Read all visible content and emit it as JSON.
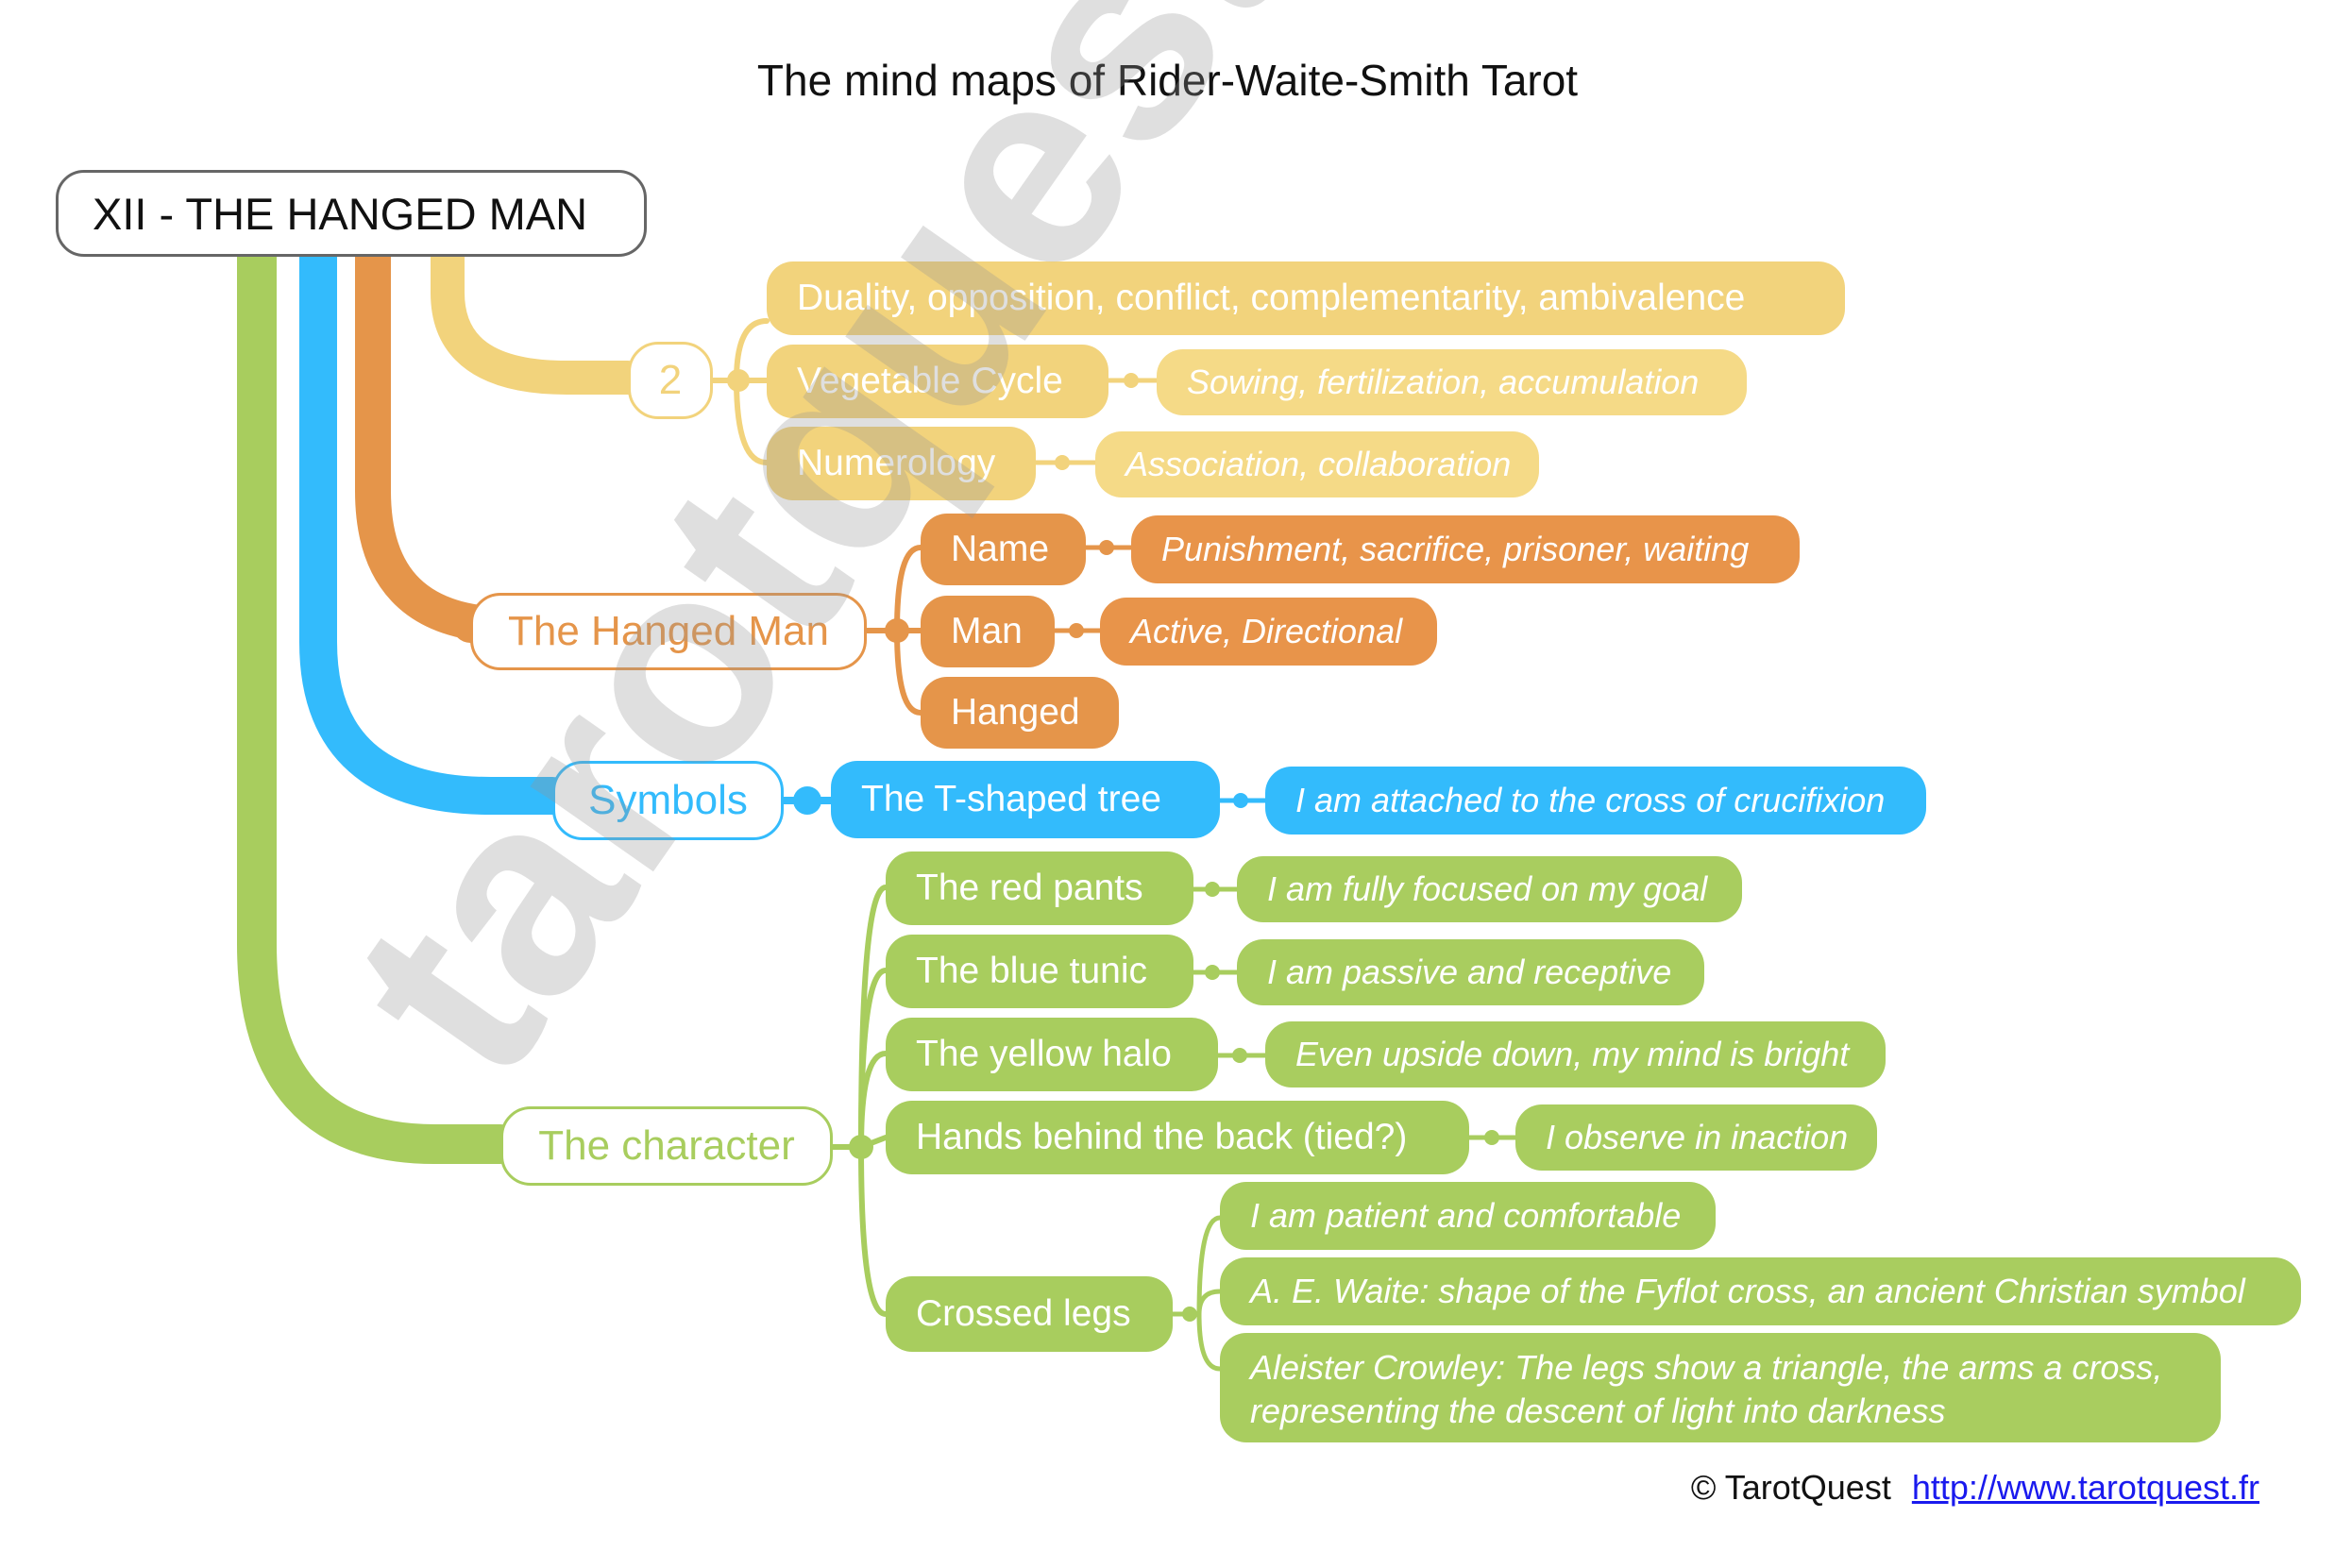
{
  "title": "The mind maps of Rider-Waite-Smith Tarot",
  "central": "XII - THE HANGED MAN",
  "colors": {
    "yellow": "#f2d37c",
    "orange": "#e5954a",
    "blue": "#33bbfc",
    "green": "#a8cd5e"
  },
  "number_branch": {
    "label": "2",
    "topics": {
      "duality": "Duality, opposition, conflict, complementarity, ambivalence",
      "vegetable": "Vegetable Cycle",
      "vegetable_note": "Sowing, fertilization, accumulation",
      "numerology": "Numerology",
      "numerology_note": "Association, collaboration"
    }
  },
  "name_branch": {
    "label": "The Hanged Man",
    "topics": {
      "name": "Name",
      "name_note": "Punishment, sacrifice, prisoner, waiting",
      "man": "Man",
      "man_note": "Active, Directional",
      "hanged": "Hanged"
    }
  },
  "symbols_branch": {
    "label": "Symbols",
    "topics": {
      "tree": "The T-shaped tree",
      "tree_note": "I am attached to the cross of crucifixion"
    }
  },
  "character_branch": {
    "label": "The character",
    "topics": {
      "pants": "The red pants",
      "pants_note": "I am fully focused on my goal",
      "tunic": "The blue tunic",
      "tunic_note": "I am passive and receptive",
      "halo": "The yellow halo",
      "halo_note": "Even upside down, my mind is bright",
      "hands": "Hands behind the back (tied?)",
      "hands_note": "I observe in inaction",
      "legs": "Crossed legs",
      "legs_note_1": "I am patient and comfortable",
      "legs_note_2": "A. E. Waite: shape of the Fyflot cross, an ancient Christian symbol",
      "legs_note_3": "Aleister Crowley: The legs show a triangle, the arms a cross, representing the descent of light into darkness"
    }
  },
  "watermark": "tarotquest.fr",
  "footer": {
    "copyright": "© TarotQuest",
    "link": "http://www.tarotquest.fr"
  }
}
